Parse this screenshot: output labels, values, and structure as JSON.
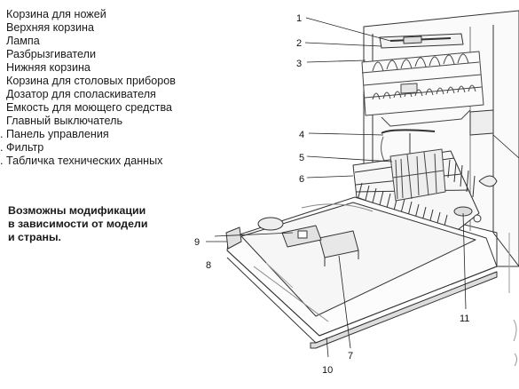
{
  "legend": [
    {
      "prefix": "",
      "text": "Корзина для ножей"
    },
    {
      "prefix": "",
      "text": "Верхняя корзина"
    },
    {
      "prefix": "",
      "text": "Лампа"
    },
    {
      "prefix": "",
      "text": "Разбрызгиватели"
    },
    {
      "prefix": "",
      "text": "Нижняя корзина"
    },
    {
      "prefix": "",
      "text": "Корзина для столовых приборов"
    },
    {
      "prefix": "",
      "text": "Дозатор для споласкивателя"
    },
    {
      "prefix": "",
      "text": "Емкость для моющего средства"
    },
    {
      "prefix": "",
      "text": "Главный выключатель"
    },
    {
      "prefix": ".",
      "text": "Панель управления"
    },
    {
      "prefix": ".",
      "text": "Фильтр"
    },
    {
      "prefix": ".",
      "text": "Табличка технических данных"
    }
  ],
  "note": [
    "Возможны модификации",
    "в зависимости от модели",
    "и страны."
  ],
  "callouts": [
    "1",
    "2",
    "3",
    "4",
    "5",
    "6",
    "7",
    "8",
    "9",
    "10",
    "11"
  ]
}
